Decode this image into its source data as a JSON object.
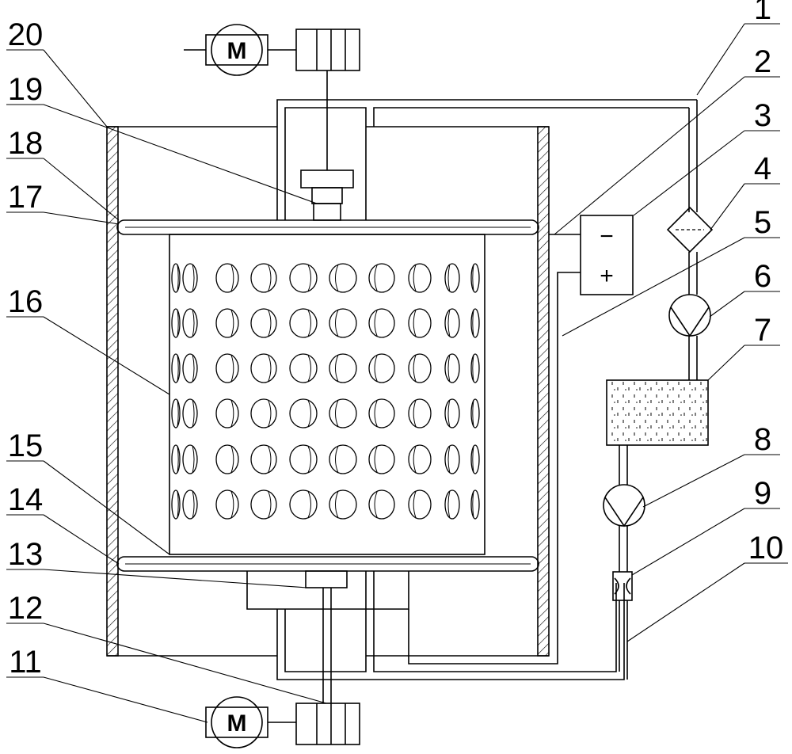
{
  "motors": {
    "top_label": "M",
    "bottom_label": "M"
  },
  "electrode_box": {
    "minus": "−",
    "plus": "+"
  },
  "callouts": [
    {
      "number": "1"
    },
    {
      "number": "2"
    },
    {
      "number": "3"
    },
    {
      "number": "4"
    },
    {
      "number": "5"
    },
    {
      "number": "6"
    },
    {
      "number": "7"
    },
    {
      "number": "8"
    },
    {
      "number": "9"
    },
    {
      "number": "10"
    },
    {
      "number": "11"
    },
    {
      "number": "12"
    },
    {
      "number": "13"
    },
    {
      "number": "14"
    },
    {
      "number": "15"
    },
    {
      "number": "16"
    },
    {
      "number": "17"
    },
    {
      "number": "18"
    },
    {
      "number": "19"
    },
    {
      "number": "20"
    }
  ],
  "colors": {
    "line": "#000000",
    "hatch": "#000000",
    "background": "#ffffff"
  }
}
